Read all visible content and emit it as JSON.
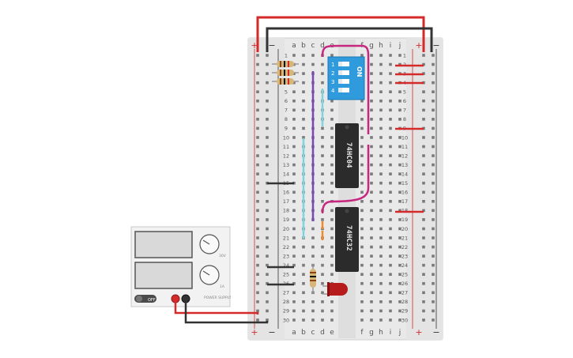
{
  "breadboard": {
    "column_letters_left": [
      "a",
      "b",
      "c",
      "d",
      "e"
    ],
    "column_letters_right": [
      "f",
      "g",
      "h",
      "i",
      "j"
    ],
    "row_count": 30,
    "rail_plus": "+",
    "rail_minus": "−"
  },
  "dip_switch": {
    "on_label": "ON",
    "positions": [
      "1",
      "2",
      "3",
      "4"
    ]
  },
  "ics": [
    {
      "label": "74HC04"
    },
    {
      "label": "74HC32"
    }
  ],
  "power_supply": {
    "switch_label": "OFF",
    "knob1_label": "30V",
    "knob2_label": "1A",
    "brand": "POWER SUPPLY"
  },
  "colors": {
    "wire_red": "#d42a2a",
    "wire_black": "#333333",
    "wire_magenta": "#c8277f",
    "wire_cyan": "#7fd3dc",
    "wire_purple": "#7b47b7",
    "wire_orange": "#f08a24",
    "dip_blue": "#2f9bdd",
    "ic_body": "#2b2b2b",
    "led_red": "#b71c1c"
  }
}
